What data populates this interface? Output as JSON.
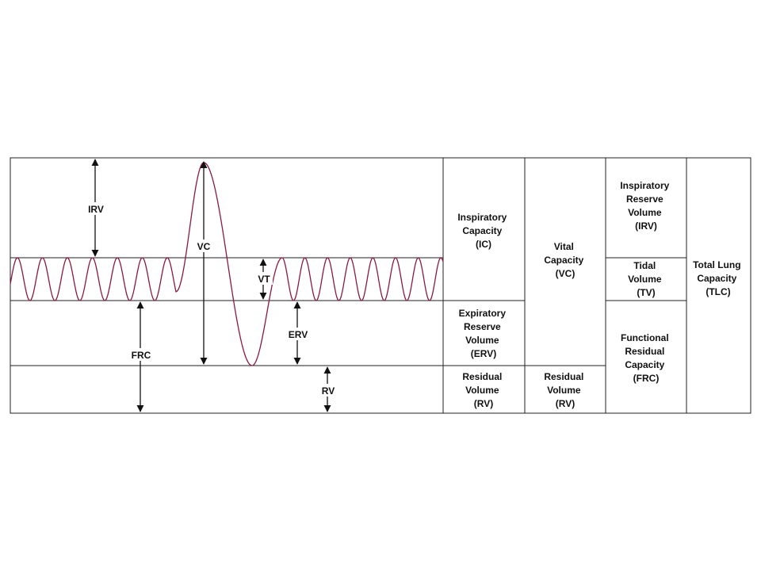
{
  "colors": {
    "wave": "#8b1a3c",
    "lines": "#222222",
    "text": "#111111",
    "background": "#ffffff"
  },
  "chart_labels": {
    "irv": "IRV",
    "vc": "VC",
    "vt": "VT",
    "frc": "FRC",
    "erv": "ERV",
    "rv": "RV"
  },
  "columns": {
    "col1": {
      "ic": [
        "Inspiratory",
        "Capacity",
        "(IC)"
      ],
      "erv": [
        "Expiratory",
        "Reserve",
        "Volume",
        "(ERV)"
      ],
      "rv": [
        "Residual",
        "Volume",
        "(RV)"
      ]
    },
    "col2": {
      "vc": [
        "Vital",
        "Capacity",
        "(VC)"
      ],
      "rv": [
        "Residual",
        "Volume",
        "(RV)"
      ]
    },
    "col3": {
      "irv": [
        "Inspiratory",
        "Reserve",
        "Volume",
        "(IRV)"
      ],
      "tv": [
        "Tidal",
        "Volume",
        "(TV)"
      ],
      "frc": [
        "Functional",
        "Residual",
        "Capacity",
        "(FRC)"
      ]
    },
    "col4": {
      "tlc": [
        "Total Lung",
        "Capacity",
        "(TLC)"
      ]
    }
  }
}
